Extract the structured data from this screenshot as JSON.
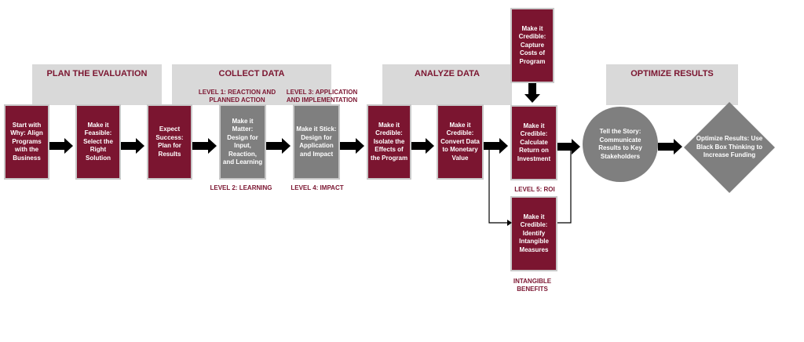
{
  "bands": {
    "plan": "PLAN THE EVALUATION",
    "collect": "COLLECT DATA",
    "analyze": "ANALYZE DATA",
    "optimize": "OPTIMIZE RESULTS"
  },
  "levels": {
    "l1": "LEVEL 1: REACTION AND PLANNED ACTION",
    "l2": "LEVEL 2: LEARNING",
    "l3": "LEVEL 3: APPLICATION AND IMPLEMENTATION",
    "l4": "LEVEL 4: IMPACT",
    "l5": "LEVEL 5: ROI",
    "intangible": "INTANGIBLE BENEFITS"
  },
  "boxes": {
    "why": "Start with Why: Align Programs with the Business",
    "feasible": "Make it Feasible: Select the Right Solution",
    "expect": "Expect Success: Plan for Results",
    "matter": "Make it Matter: Design for Input, Reaction, and Learning",
    "stick": "Make it Stick: Design for Application and Impact",
    "isolate": "Make it Credible: Isolate the Effects of the Program",
    "convert": "Make it Credible: Convert Data to Monetary Value",
    "costs": "Make it Credible: Capture Costs of Program",
    "roi": "Make it Credible: Calculate Return on Investment",
    "intangibles": "Make it Credible: Identify Intangible Measures",
    "story": "Tell the Story: Communicate Results to Key Stakeholders",
    "optimize": "Optimize Results: Use Black Box Thinking to Increase Funding"
  },
  "colors": {
    "maroon": "#7b1530",
    "grey": "#7f7f7f",
    "band": "#d9d9d9"
  }
}
